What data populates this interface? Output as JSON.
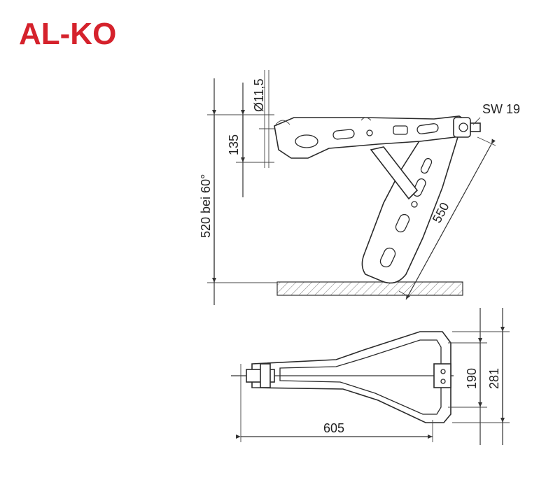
{
  "brand": {
    "name": "AL-KO",
    "color": "#d5222c"
  },
  "side_view": {
    "dimension_height": "520 bei 60°",
    "dimension_offset": "135",
    "dimension_diameter": "Ø11,5",
    "dimension_wrench": "SW 19",
    "dimension_length": "550"
  },
  "top_view": {
    "dimension_length": "605",
    "dimension_inner_width": "190",
    "dimension_outer_width": "281"
  }
}
